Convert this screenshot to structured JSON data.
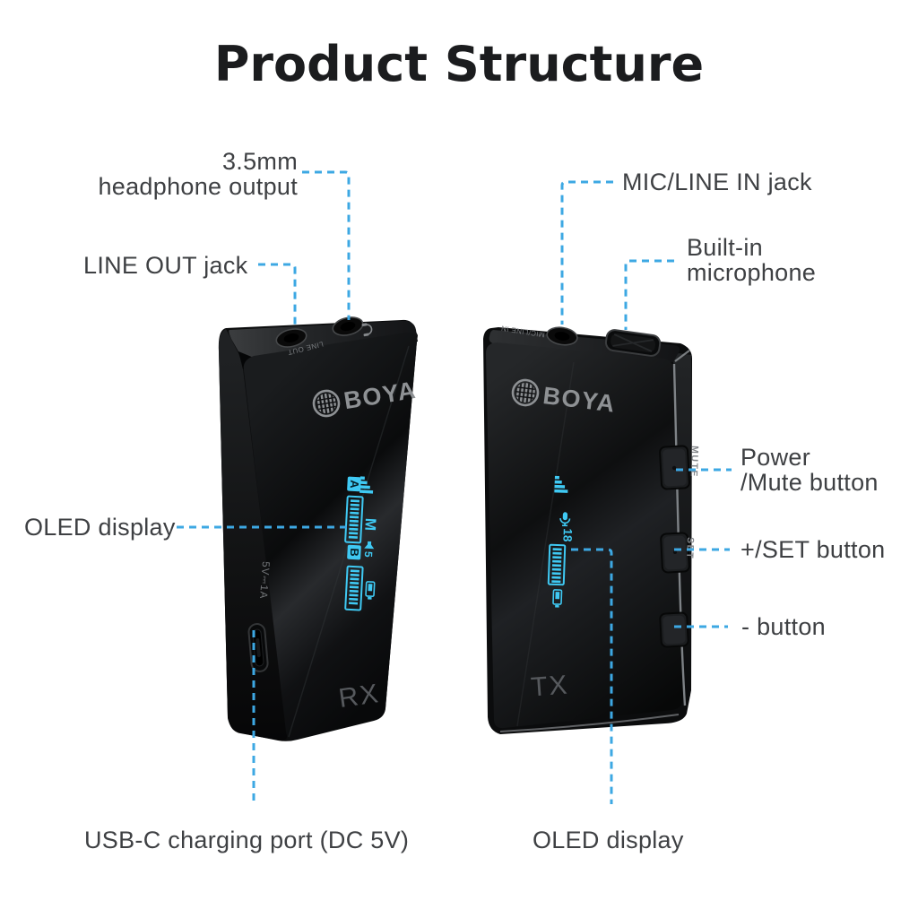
{
  "title": "Product Structure",
  "colors": {
    "callout_line": "#3da8e3",
    "oled_cyan": "#3fc9f3",
    "label_text": "#3e4043",
    "title_text": "#1b1c1e",
    "device_print_gray": "#8e9194",
    "badge_gray": "#56595d"
  },
  "labels": {
    "headphone": {
      "line1": "3.5mm",
      "line2": "headphone output"
    },
    "line_out": "LINE OUT jack",
    "mic_line_in": "MIC/LINE IN jack",
    "built_in_mic": {
      "line1": "Built-in",
      "line2": "microphone"
    },
    "power_mute": {
      "line1": "Power",
      "line2": "/Mute button"
    },
    "set_button": "+/SET button",
    "minus_button": "- button",
    "oled_left": "OLED display",
    "usb": "USB-C charging port (DC 5V)",
    "oled_bottom": "OLED display"
  },
  "devices": {
    "rx": {
      "brand": "BOYA",
      "badge": "RX",
      "top_jack_label": "LINE OUT",
      "charge_label": "5V⎓1A",
      "display": {
        "channel_a": "A",
        "mode": "M",
        "channel_b": "B",
        "volume": "5"
      }
    },
    "tx": {
      "brand": "BOYA",
      "badge": "TX",
      "top_jack_label": "MIC/LINE IN",
      "mute_button_label": "MUTE",
      "set_button_label": "SET",
      "display": {
        "gain": "18"
      }
    }
  },
  "icons": {
    "headphone-icon": "arc with two earpads",
    "signal-bars-icon": "ascending bars",
    "mic-icon": "microphone glyph",
    "battery-icon": "battery outline",
    "speaker-icon": "speaker wedge",
    "boya-grille-icon": "circled mic grille"
  }
}
